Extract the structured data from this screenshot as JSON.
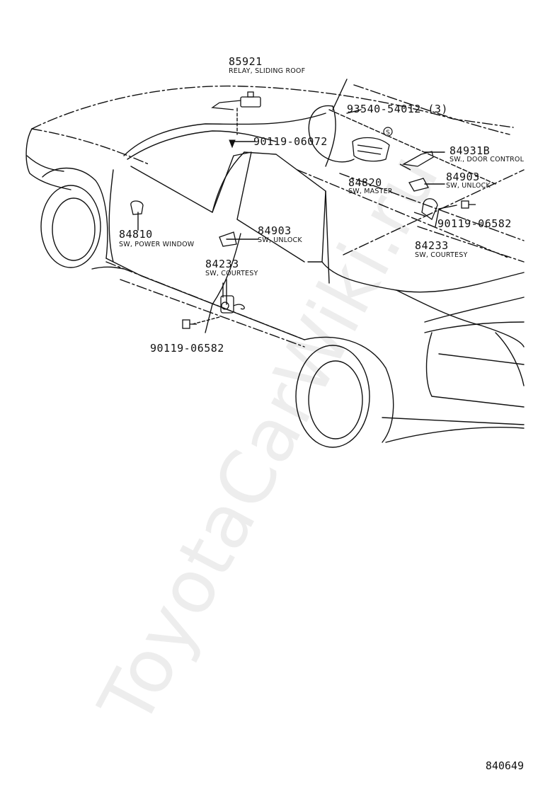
{
  "diagram_number": "840649",
  "watermark": "ToyotaCarWiki.ru",
  "parts": {
    "relay_sliding_roof": {
      "number": "85921",
      "name": "RELAY, SLIDING ROOF"
    },
    "screw_roof": {
      "number": "90119-06072"
    },
    "clip": {
      "number": "93540-54012 (3)"
    },
    "sw_door_control": {
      "number": "84931B",
      "name": "SW., DOOR CONTROL"
    },
    "sw_master": {
      "number": "84820",
      "name": "SW, MASTER"
    },
    "sw_unlock_front": {
      "number": "84903",
      "name": "SW, UNLOCK"
    },
    "screw_front": {
      "number": "90119-06582"
    },
    "sw_courtesy_front": {
      "number": "84233",
      "name": "SW, COURTESY"
    },
    "sw_power_window": {
      "number": "84810",
      "name": "SW, POWER WINDOW"
    },
    "sw_unlock_rear": {
      "number": "84903",
      "name": "SW, UNLOCK"
    },
    "sw_courtesy_rear": {
      "number": "84233",
      "name": "SW, COURTESY"
    },
    "screw_rear": {
      "number": "90119-06582"
    }
  }
}
